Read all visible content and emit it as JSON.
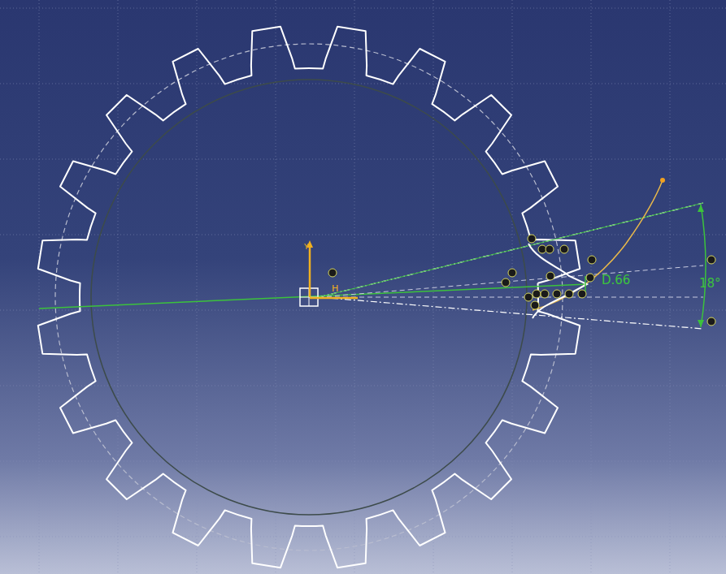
{
  "diagram": {
    "labels": [
      "D.66",
      "18°",
      "Y",
      "H"
    ]
  }
}
